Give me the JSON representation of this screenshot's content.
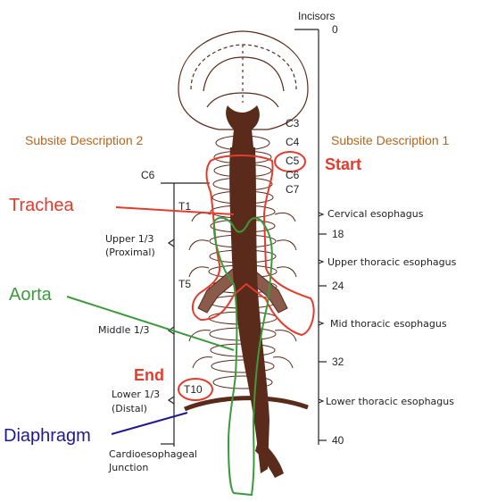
{
  "colors": {
    "trachea": "#e53b2c",
    "aorta": "#3c9a3c",
    "diaphragm": "#1e1a8c",
    "subsite": "#b5651d",
    "anatomy": "#5a2a1a"
  },
  "scale": {
    "title": "Incisors",
    "ticks": [
      "0",
      "18",
      "24",
      "32",
      "40"
    ]
  },
  "subsite_headings": {
    "left": "Subsite Description 2",
    "right": "Subsite Description 1"
  },
  "vertebrae": {
    "cervical": [
      "C3",
      "C4",
      "C5",
      "C6",
      "C7"
    ],
    "left_c6": "C6",
    "thoracic": [
      "T1",
      "T5",
      "T10"
    ]
  },
  "left_regions": {
    "upper": [
      "Upper 1/3",
      "(Proximal)"
    ],
    "middle": "Middle 1/3",
    "lower": [
      "Lower 1/3",
      "(Distal)"
    ],
    "junction": [
      "Cardioesophageal",
      "Junction"
    ]
  },
  "right_regions": [
    "Cervical esophagus",
    "Upper thoracic esophagus",
    "Mid thoracic esophagus",
    "Lower thoracic esophagus"
  ],
  "annotations": {
    "start": "Start",
    "end": "End",
    "trachea": "Trachea",
    "aorta": "Aorta",
    "diaphragm": "Diaphragm"
  }
}
